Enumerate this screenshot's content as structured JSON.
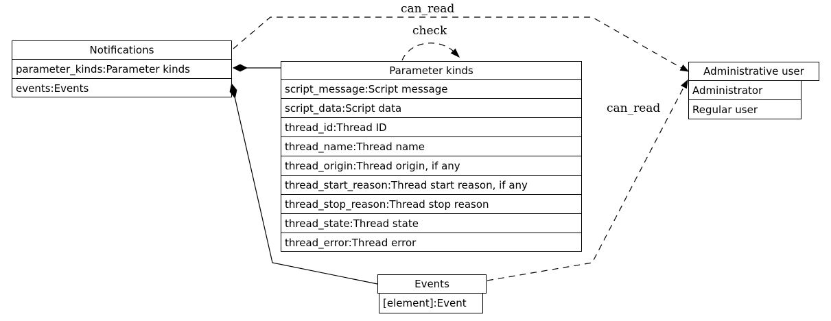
{
  "canvas": {
    "background": "#ffffff",
    "line_color": "#000000"
  },
  "nodes": {
    "notifications": {
      "title": "Notifications",
      "fields": [
        "parameter_kinds:Parameter kinds",
        "events:Events"
      ]
    },
    "parameter_kinds": {
      "title": "Parameter kinds",
      "fields": [
        "script_message:Script message",
        "script_data:Script data",
        "thread_id:Thread ID",
        "thread_name:Thread name",
        "thread_origin:Thread origin, if any",
        "thread_start_reason:Thread start reason, if any",
        "thread_stop_reason:Thread stop reason",
        "thread_state:Thread state",
        "thread_error:Thread error"
      ]
    },
    "administrative_user": {
      "title": "Administrative user",
      "fields": [
        "Administrator",
        "Regular user"
      ]
    },
    "events": {
      "title": "Events",
      "fields": [
        "[element]:Event"
      ]
    }
  },
  "edges": {
    "can_read_top": {
      "label": "can_read",
      "style": "dashed",
      "from": "Notifications",
      "to": "Administrative user"
    },
    "check_loop": {
      "label": "check",
      "style": "dashed",
      "from": "Parameter kinds",
      "to": "Parameter kinds"
    },
    "can_read_bottom": {
      "label": "can_read",
      "style": "dashed",
      "from": "Events",
      "to": "Administrative user"
    },
    "composition_parameter_kinds": {
      "label": "",
      "style": "solid-diamond",
      "from": "Notifications",
      "to": "Parameter kinds"
    },
    "composition_events": {
      "label": "",
      "style": "solid-diamond",
      "from": "Notifications",
      "to": "Events"
    }
  }
}
